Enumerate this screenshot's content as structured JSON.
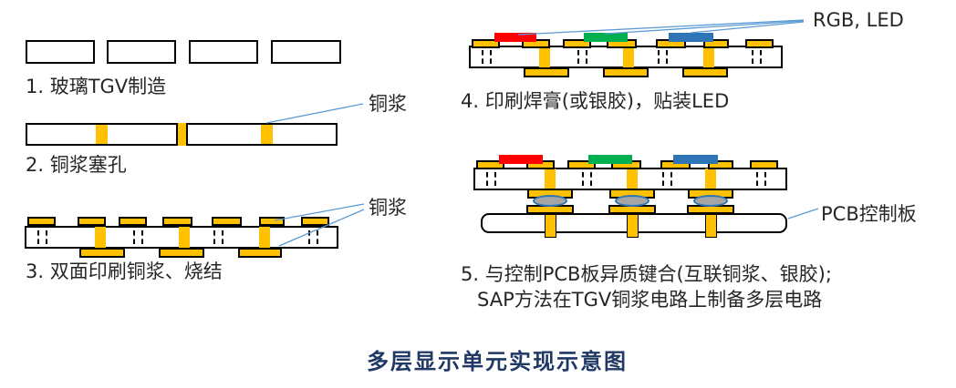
{
  "figure": {
    "caption": "多层显示单元实现示意图"
  },
  "steps": [
    {
      "label": "1. 玻璃TGV制造"
    },
    {
      "label": "2. 铜浆塞孔"
    },
    {
      "label": "3. 双面印刷铜浆、烧结"
    },
    {
      "label": "4. 印刷焊膏(或银胶)，贴装LED"
    },
    {
      "label": "5. 与控制PCB板异质键合(互联铜浆、银胶);",
      "label_line2": "SAP方法在TGV铜浆电路上制备多层电路"
    }
  ],
  "callouts": {
    "step2_copper": "铜浆",
    "step3_copper": "铜浆",
    "step4_led": "RGB, LED",
    "step5_pcb": "PCB控制板"
  },
  "colors": {
    "copper": "#FFC000",
    "led_red": "#FF0000",
    "led_green": "#00B050",
    "led_blue": "#2E75B6",
    "callout_line": "#5B9BD5",
    "solder_fill": "#A6A6A6",
    "solder_border": "#2E75B6",
    "caption_text": "#1F3864",
    "label_text": "#262626"
  }
}
